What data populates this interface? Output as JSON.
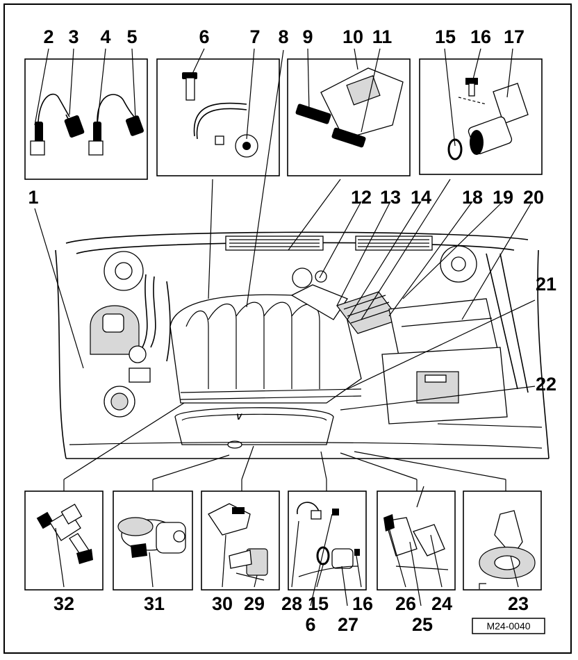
{
  "callouts": [
    {
      "label": "1"
    },
    {
      "label": "2"
    },
    {
      "label": "3"
    },
    {
      "label": "4"
    },
    {
      "label": "5"
    },
    {
      "label": "6"
    },
    {
      "label": "7"
    },
    {
      "label": "8"
    },
    {
      "label": "9"
    },
    {
      "label": "10"
    },
    {
      "label": "11"
    },
    {
      "label": "15"
    },
    {
      "label": "16"
    },
    {
      "label": "17"
    },
    {
      "label": "12"
    },
    {
      "label": "13"
    },
    {
      "label": "14"
    },
    {
      "label": "18"
    },
    {
      "label": "19"
    },
    {
      "label": "20"
    },
    {
      "label": "21"
    },
    {
      "label": "22"
    },
    {
      "label": "32"
    },
    {
      "label": "31"
    },
    {
      "label": "30"
    },
    {
      "label": "29"
    },
    {
      "label": "28"
    },
    {
      "label": "6"
    },
    {
      "label": "15"
    },
    {
      "label": "16"
    },
    {
      "label": "27"
    },
    {
      "label": "26"
    },
    {
      "label": "25"
    },
    {
      "label": "24"
    },
    {
      "label": "23"
    }
  ],
  "figure_code": "M24-0040",
  "engine_badge": "V"
}
